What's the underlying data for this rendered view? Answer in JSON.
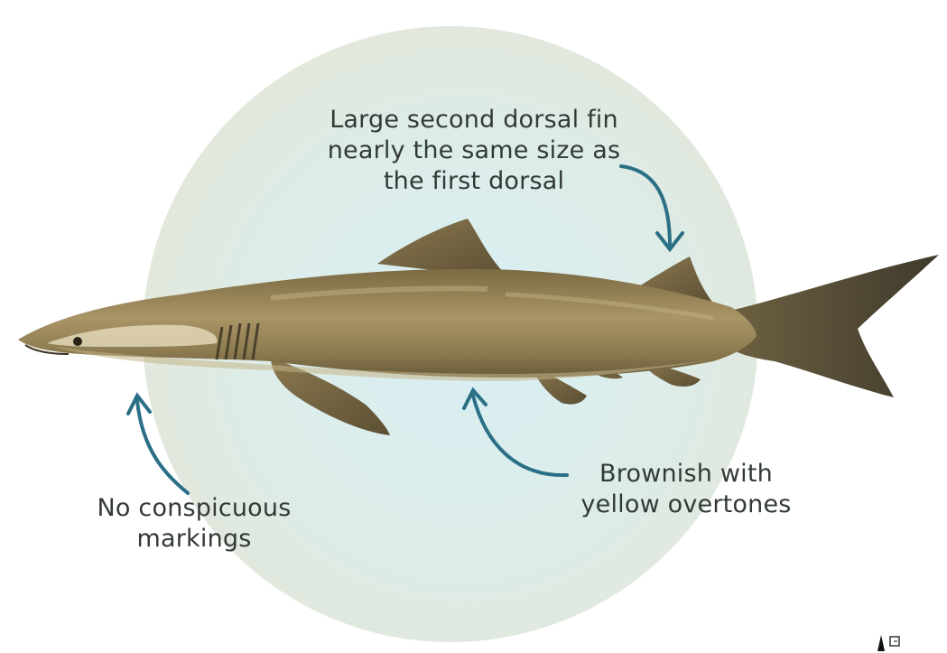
{
  "annotations": {
    "dorsal_fin": [
      "Large second dorsal fin",
      "nearly the same size as",
      "the first dorsal"
    ],
    "coloration": [
      "Brownish with",
      "yellow overtones"
    ],
    "markings": [
      "No conspicuous",
      "markings"
    ]
  },
  "colors": {
    "arrow": "#2b6f86",
    "text": "#333a36",
    "circle": "#dcedea"
  },
  "icons": [
    "shark-illustration",
    "logo-mark"
  ]
}
